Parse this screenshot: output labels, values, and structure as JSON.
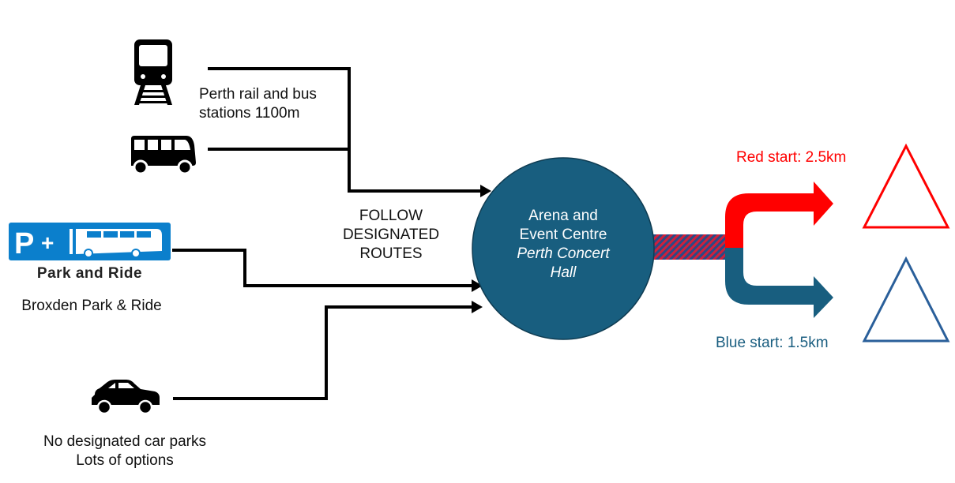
{
  "colors": {
    "hub": "#185e7f",
    "red_route": "#ff0000",
    "blue_route": "#185e7f",
    "blue_triangle": "#2a5f9a",
    "park_ride_sign": "#0b7fcc",
    "line": "#000000"
  },
  "sources": {
    "rail_bus": {
      "icons": [
        "train-icon",
        "bus-icon"
      ],
      "label_line1": "Perth rail and bus",
      "label_line2": "stations  1100m"
    },
    "park_ride": {
      "icon": "park-and-ride-sign-icon",
      "sign_text": "P+",
      "sign_caption": "Park and Ride",
      "label": "Broxden Park & Ride"
    },
    "car": {
      "icon": "car-icon",
      "label_line1": "No designated car parks",
      "label_line2": "Lots of options"
    }
  },
  "routes_note": {
    "line1": "FOLLOW",
    "line2": "DESIGNATED",
    "line3": "ROUTES"
  },
  "hub": {
    "line1": "Arena and",
    "line2": "Event Centre",
    "line3": "Perth Concert",
    "line4": "Hall"
  },
  "starts": {
    "red": {
      "label": "Red start: 2.5km",
      "icon": "red-triangle-icon"
    },
    "blue": {
      "label": "Blue start: 1.5km",
      "icon": "blue-triangle-icon"
    }
  }
}
